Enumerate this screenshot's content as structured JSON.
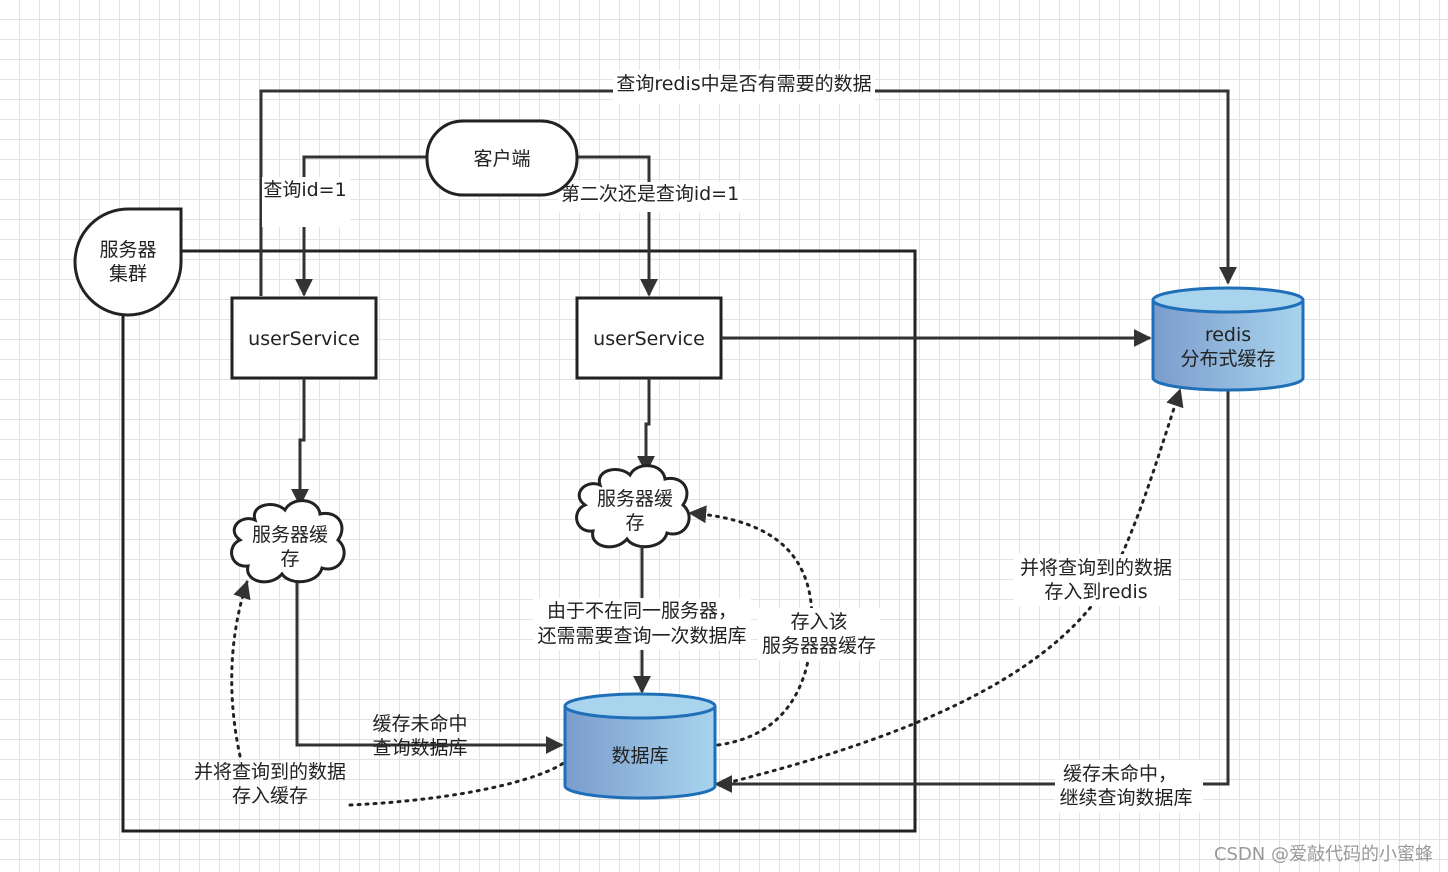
{
  "nodes": {
    "client": "客户端",
    "cluster": [
      "服务器",
      "集群"
    ],
    "service_left": "userService",
    "service_right": "userService",
    "cache_left": [
      "服务器缓",
      "存"
    ],
    "cache_right": [
      "服务器缓",
      "存"
    ],
    "database": "数据库",
    "redis": [
      "redis",
      "分布式缓存"
    ]
  },
  "edges": {
    "query_redis": "查询redis中是否有需要的数据",
    "first_query": "查询id=1",
    "second_query": "第二次还是查询id=1",
    "left_miss": [
      "缓存未命中",
      "查询数据库"
    ],
    "left_store": [
      "并将查询到的数据",
      "存入缓存"
    ],
    "right_query_db": [
      "由于不在同一服务器，",
      "还需需要查询一次数据库"
    ],
    "right_store": [
      "存入该",
      "服务器器缓存"
    ],
    "redis_store": [
      "并将查询到的数据",
      "存入到redis"
    ],
    "redis_miss": [
      "缓存未命中，",
      "继续查询数据库"
    ]
  },
  "watermark": "CSDN @爱敲代码的小蜜蜂",
  "colors": {
    "cylinder_light": "#a8d4ee",
    "cylinder_dark": "#7b9ccc",
    "cylinder_stroke": "#1e6fb8",
    "line": "#333333"
  }
}
